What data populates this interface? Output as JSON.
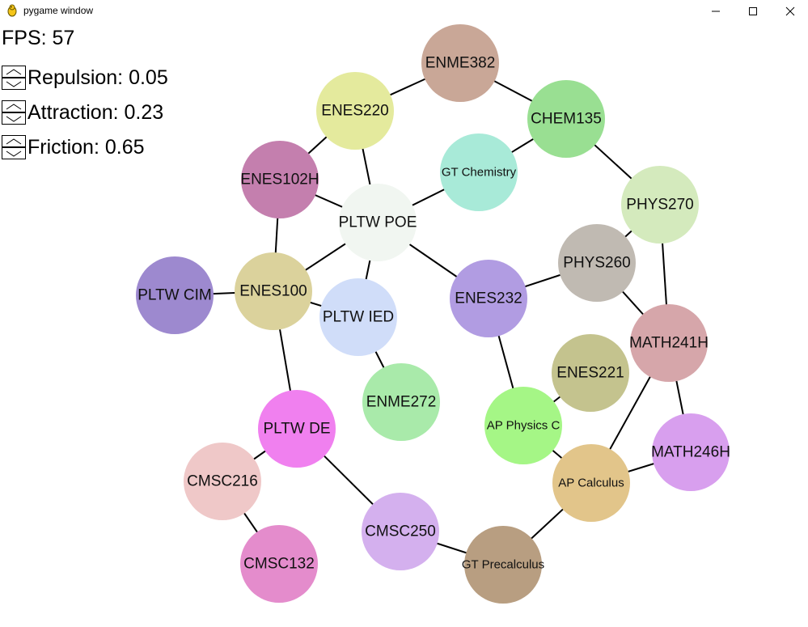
{
  "window": {
    "title": "pygame window",
    "app_icon": "pygame-snake-icon",
    "controls": [
      "minimize-icon",
      "maximize-icon",
      "close-icon"
    ]
  },
  "hud": {
    "fps_text": "FPS: 57",
    "controls": [
      {
        "id": "repulsion",
        "label": "Repulsion: 0.05"
      },
      {
        "id": "attraction",
        "label": "Attraction: 0.23"
      },
      {
        "id": "friction",
        "label": "Friction: 0.65"
      }
    ]
  },
  "graph": {
    "nodes": [
      {
        "id": "ENME382",
        "label": "ENME382",
        "color": "#c9a797"
      },
      {
        "id": "ENES220",
        "label": "ENES220",
        "color": "#e4ea9d"
      },
      {
        "id": "CHEM135",
        "label": "CHEM135",
        "color": "#99df92"
      },
      {
        "id": "GT Chemistry",
        "label": "GT Chemistry",
        "color": "#a8ead8"
      },
      {
        "id": "ENES102H",
        "label": "ENES102H",
        "color": "#c47fae"
      },
      {
        "id": "PLTW POE",
        "label": "PLTW POE",
        "color": "#f1f6f1"
      },
      {
        "id": "PHYS270",
        "label": "PHYS270",
        "color": "#d4eabd"
      },
      {
        "id": "PHYS260",
        "label": "PHYS260",
        "color": "#c0bab2"
      },
      {
        "id": "PLTW CIM",
        "label": "PLTW CIM",
        "color": "#9d89cf"
      },
      {
        "id": "ENES100",
        "label": "ENES100",
        "color": "#dbd29c"
      },
      {
        "id": "PLTW IED",
        "label": "PLTW IED",
        "color": "#d0ddf9"
      },
      {
        "id": "ENES232",
        "label": "ENES232",
        "color": "#b19ce2"
      },
      {
        "id": "MATH241H",
        "label": "MATH241H",
        "color": "#d6a6aa"
      },
      {
        "id": "ENES221",
        "label": "ENES221",
        "color": "#c4c38e"
      },
      {
        "id": "ENME272",
        "label": "ENME272",
        "color": "#a9eaaa"
      },
      {
        "id": "AP Physics C",
        "label": "AP Physics C",
        "color": "#a5f686"
      },
      {
        "id": "PLTW DE",
        "label": "PLTW DE",
        "color": "#f080ef"
      },
      {
        "id": "MATH246H",
        "label": "MATH246H",
        "color": "#d89fee"
      },
      {
        "id": "CMSC216",
        "label": "CMSC216",
        "color": "#efc8c8"
      },
      {
        "id": "AP Calculus",
        "label": "AP Calculus",
        "color": "#e2c58a"
      },
      {
        "id": "CMSC250",
        "label": "CMSC250",
        "color": "#d4b0ee"
      },
      {
        "id": "GT Precalculus",
        "label": "GT Precalculus",
        "color": "#b89e81"
      },
      {
        "id": "CMSC132",
        "label": "CMSC132",
        "color": "#e48ccc"
      }
    ],
    "edges": [
      [
        "ENME382",
        "ENES220"
      ],
      [
        "ENME382",
        "CHEM135"
      ],
      [
        "CHEM135",
        "GT Chemistry"
      ],
      [
        "CHEM135",
        "PHYS270"
      ],
      [
        "ENES220",
        "ENES102H"
      ],
      [
        "ENES220",
        "PLTW POE"
      ],
      [
        "GT Chemistry",
        "PLTW POE"
      ],
      [
        "ENES102H",
        "PLTW POE"
      ],
      [
        "ENES102H",
        "ENES100"
      ],
      [
        "PLTW POE",
        "ENES100"
      ],
      [
        "PLTW POE",
        "PLTW IED"
      ],
      [
        "PLTW POE",
        "ENES232"
      ],
      [
        "PLTW CIM",
        "ENES100"
      ],
      [
        "ENES100",
        "PLTW IED"
      ],
      [
        "ENES100",
        "PLTW DE"
      ],
      [
        "PLTW IED",
        "ENME272"
      ],
      [
        "PHYS270",
        "PHYS260"
      ],
      [
        "PHYS270",
        "MATH241H"
      ],
      [
        "PHYS260",
        "ENES232"
      ],
      [
        "PHYS260",
        "MATH241H"
      ],
      [
        "ENES232",
        "AP Physics C"
      ],
      [
        "ENES221",
        "AP Physics C"
      ],
      [
        "MATH241H",
        "MATH246H"
      ],
      [
        "MATH241H",
        "AP Calculus"
      ],
      [
        "AP Physics C",
        "AP Calculus"
      ],
      [
        "AP Calculus",
        "MATH246H"
      ],
      [
        "AP Calculus",
        "GT Precalculus"
      ],
      [
        "PLTW DE",
        "CMSC216"
      ],
      [
        "PLTW DE",
        "CMSC250"
      ],
      [
        "CMSC216",
        "CMSC132"
      ],
      [
        "CMSC250",
        "GT Precalculus"
      ]
    ]
  }
}
